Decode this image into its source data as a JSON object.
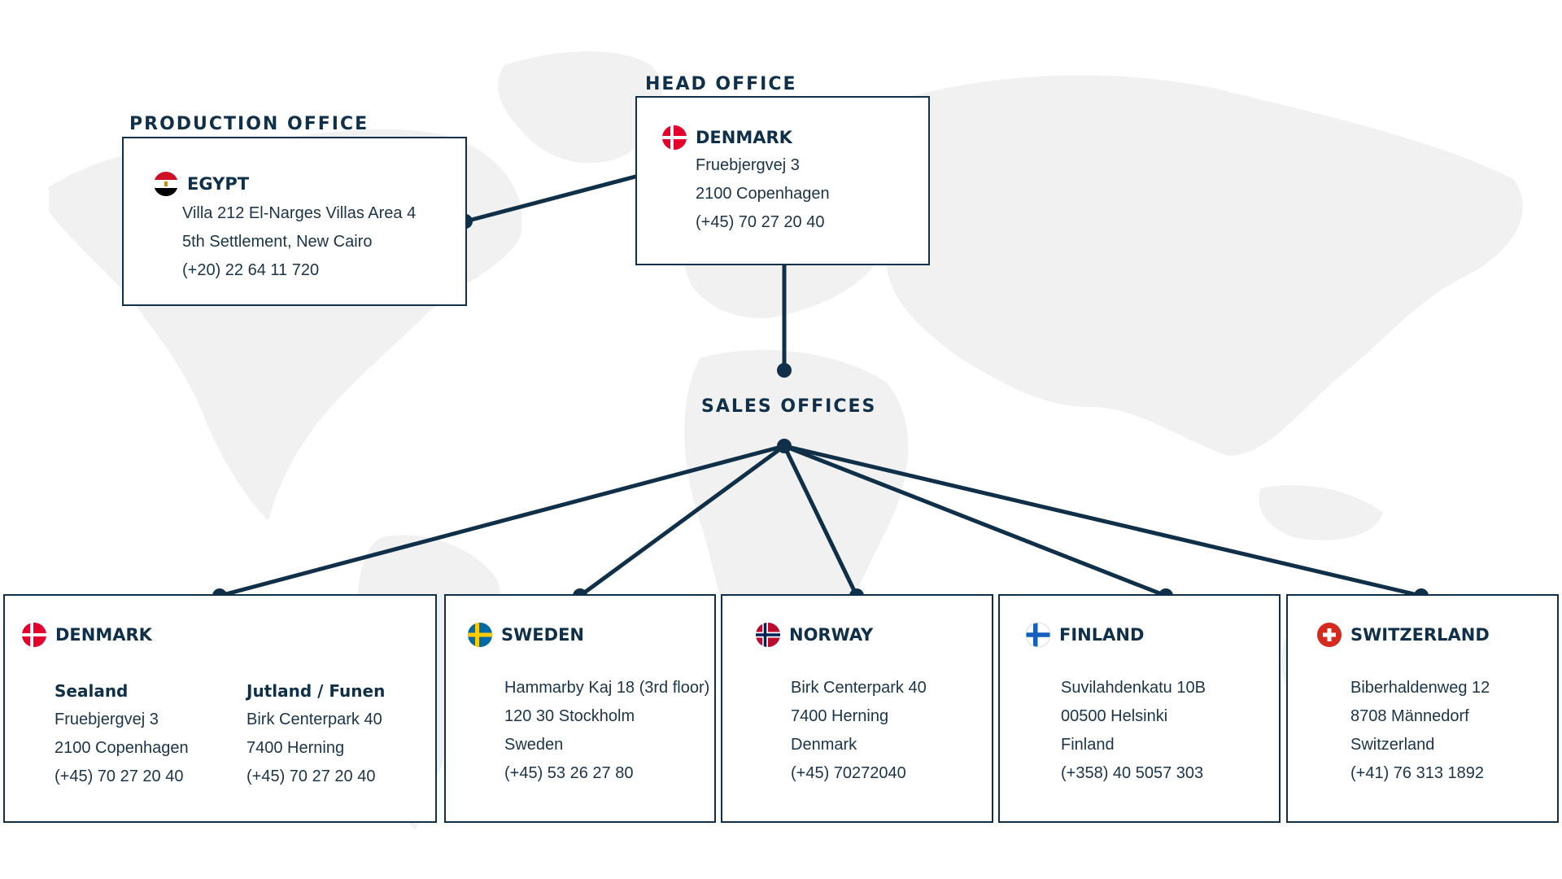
{
  "colors": {
    "line": "#0f3048",
    "map": "#f1f1f1",
    "text": "#1c3447"
  },
  "production_office": {
    "heading": "PRODUCTION OFFICE",
    "country": "EGYPT",
    "flag": "egypt-flag",
    "lines": [
      "Villa 212 El-Narges Villas Area 4",
      "5th Settlement, New Cairo",
      "(+20) 22 64 11 720"
    ]
  },
  "head_office": {
    "heading": "HEAD OFFICE",
    "country": "DENMARK",
    "flag": "denmark-flag",
    "lines": [
      "Fruebjergvej 3",
      "2100  Copenhagen",
      "(+45) 70 27 20 40"
    ]
  },
  "sales_offices": {
    "heading": "SALES OFFICES",
    "denmark": {
      "country": "DENMARK",
      "flag": "denmark-flag",
      "regions": [
        {
          "name": "Sealand",
          "lines": [
            "Fruebjergvej 3",
            "2100 Copenhagen",
            "(+45) 70 27 20 40"
          ]
        },
        {
          "name": "Jutland / Funen",
          "lines": [
            "Birk Centerpark 40",
            "7400 Herning",
            "(+45) 70 27 20 40"
          ]
        }
      ]
    },
    "sweden": {
      "country": "SWEDEN",
      "flag": "sweden-flag",
      "lines": [
        "Hammarby Kaj 18 (3rd floor)",
        "120 30 Stockholm",
        "Sweden",
        "(+45) 53 26 27 80"
      ]
    },
    "norway": {
      "country": "NORWAY",
      "flag": "norway-flag",
      "lines": [
        "Birk Centerpark 40",
        "7400 Herning",
        "Denmark",
        "(+45) 70272040"
      ]
    },
    "finland": {
      "country": "FINLAND",
      "flag": "finland-flag",
      "lines": [
        "Suvilahdenkatu 10B",
        "00500 Helsinki",
        "Finland",
        "(+358) 40 5057 303"
      ]
    },
    "switzerland": {
      "country": "SWITZERLAND",
      "flag": "switzerland-flag",
      "lines": [
        "Biberhaldenweg 12",
        "8708 Männedorf",
        "Switzerland",
        "(+41) 76 313 1892"
      ]
    }
  }
}
